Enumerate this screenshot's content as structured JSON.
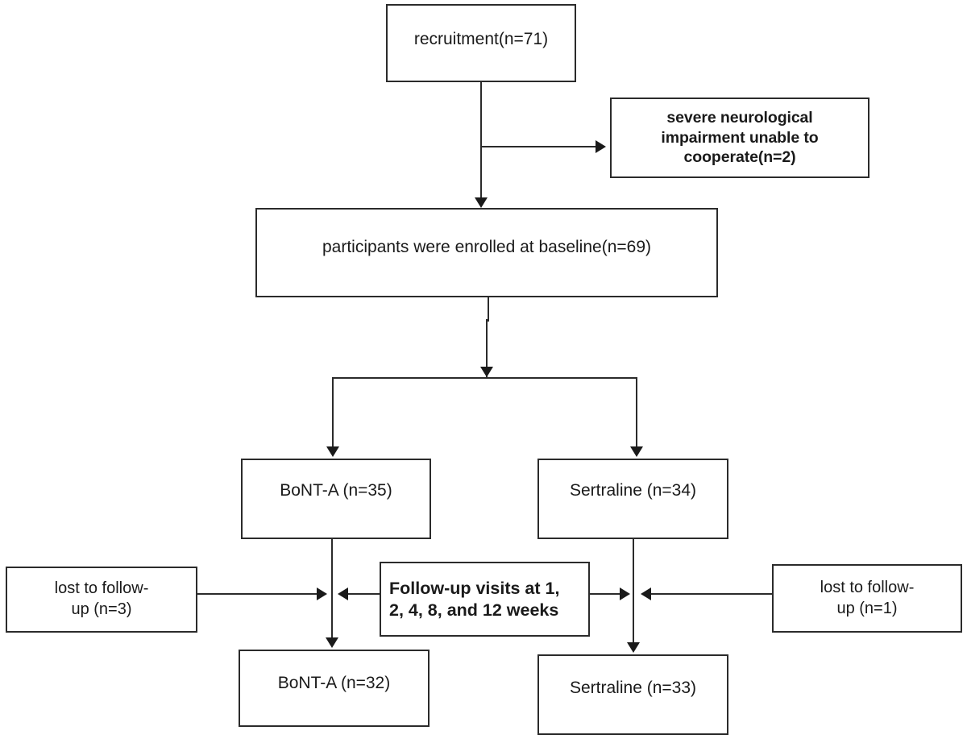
{
  "diagram": {
    "type": "flowchart",
    "title": "CONSORT participant flow diagram",
    "nodes": [
      {
        "id": "recruitment",
        "text": "recruitment(n=71)",
        "count": 71
      },
      {
        "id": "excluded",
        "text": "severe neurological\nimpairment unable to\ncooperate(n=2)",
        "count": 2
      },
      {
        "id": "baseline",
        "text": "participants were enrolled at baseline(n=69)",
        "count": 69
      },
      {
        "id": "arm_left",
        "text": "BoNT-A (n=35)",
        "count": 35
      },
      {
        "id": "arm_right",
        "text": "Sertraline (n=34)",
        "count": 34
      },
      {
        "id": "lost_left",
        "text": "lost to follow-\nup (n=3)",
        "count": 3
      },
      {
        "id": "followup",
        "text": "Follow-up visits at 1,\n2, 4, 8, and 12 weeks"
      },
      {
        "id": "lost_right",
        "text": "lost to follow-\nup (n=1)",
        "count": 1
      },
      {
        "id": "out_left",
        "text": "BoNT-A (n=32)",
        "count": 32
      },
      {
        "id": "out_right",
        "text": "Sertraline (n=33)",
        "count": 33
      }
    ],
    "edges": [
      {
        "from": "recruitment",
        "to": "excluded",
        "direction": "right"
      },
      {
        "from": "recruitment",
        "to": "baseline",
        "direction": "down"
      },
      {
        "from": "baseline",
        "to": "arm_left",
        "direction": "down"
      },
      {
        "from": "baseline",
        "to": "arm_right",
        "direction": "down"
      },
      {
        "from": "arm_left",
        "to": "out_left",
        "direction": "down"
      },
      {
        "from": "arm_right",
        "to": "out_right",
        "direction": "down"
      },
      {
        "from": "lost_left",
        "to": "arm_left_path",
        "direction": "right"
      },
      {
        "from": "followup",
        "to": "arm_left_path",
        "direction": "left"
      },
      {
        "from": "followup",
        "to": "arm_right_path",
        "direction": "right"
      },
      {
        "from": "lost_right",
        "to": "arm_right_path",
        "direction": "left"
      }
    ],
    "colors": {
      "stroke": "#2b2b2b",
      "background": "#ffffff",
      "text": "#1a1a1a"
    }
  }
}
